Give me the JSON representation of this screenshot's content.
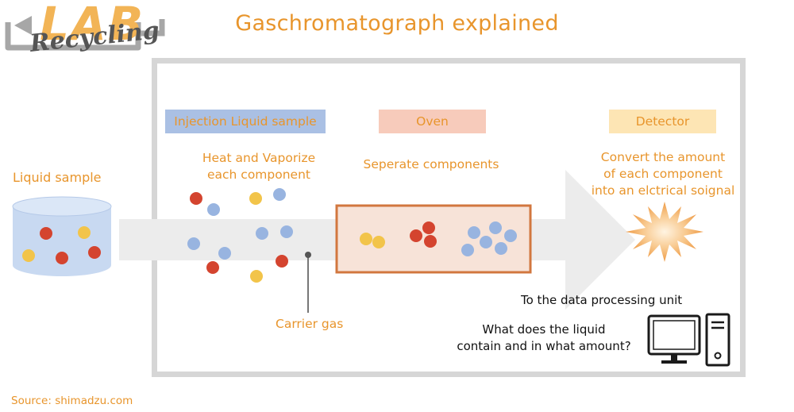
{
  "logo": {
    "word_top": "LAB",
    "word_bottom": "Recycling"
  },
  "title": "Gaschromatograph explained",
  "labels": {
    "liquid_sample": "Liquid sample",
    "injection": "Injection Liquid sample",
    "oven": "Oven",
    "detector": "Detector",
    "heat_vaporize": [
      "Heat and Vaporize",
      "each component"
    ],
    "separate": "Seperate components",
    "convert": [
      "Convert the amount",
      "of each component",
      "into an elctrical soignal"
    ],
    "carrier_gas": "Carrier gas",
    "to_data_unit": "To the data processing unit",
    "question": [
      "What does the liquid",
      "contain and in what amount?"
    ],
    "source": "Source: shimadzu.com"
  },
  "icons": [
    "logo-arrow-icon",
    "liquid-container-icon",
    "flow-arrow-icon",
    "detector-burst-icon",
    "computer-monitor-icon",
    "computer-tower-icon"
  ],
  "colors": {
    "accent": "#e8952c",
    "frame": "#d6d6d6",
    "arrow": "#ececec",
    "injection_box": "#aac0e4",
    "oven_box": "#f7cbbb",
    "detector_box": "#fde5b4",
    "oven_border": "#d2773f",
    "molecule_red": "#d4442f",
    "molecule_blue": "#98b4e0",
    "molecule_yellow": "#f2c44a"
  }
}
